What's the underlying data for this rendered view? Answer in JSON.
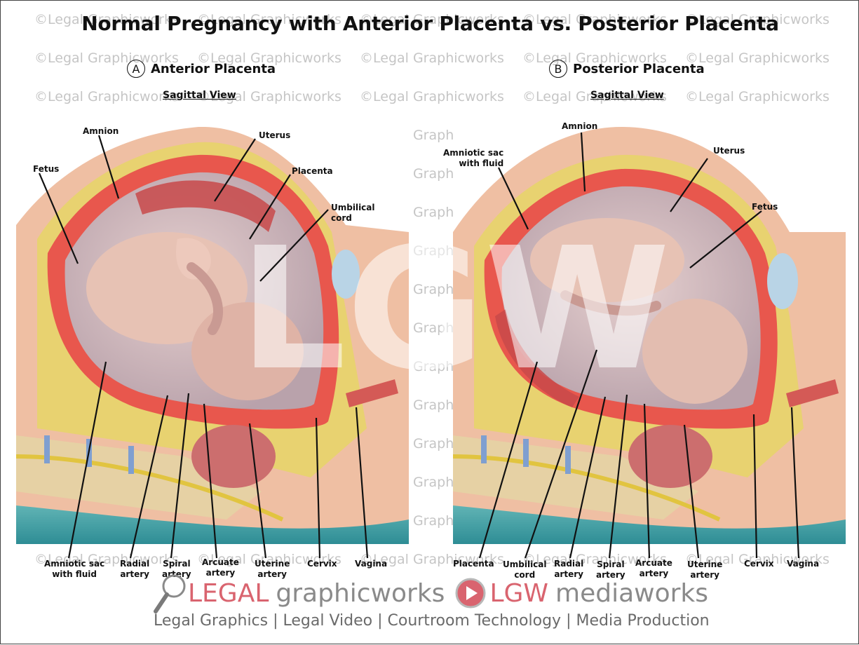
{
  "title": "Normal Pregnancy with Anterior Placenta vs. Posterior Placenta",
  "watermark_text": "©Legal Graphicworks",
  "big_watermark": "LGW",
  "panels": [
    {
      "letter": "A",
      "heading": "Anterior Placenta",
      "view": "Sagittal View",
      "top_labels": {
        "amnion": "Amnion",
        "uterus": "Uterus",
        "fetus": "Fetus",
        "placenta": "Placenta",
        "umbilical_cord_1": "Umbilical",
        "umbilical_cord_2": "cord"
      },
      "bottom_labels": [
        {
          "line1": "Amniotic sac",
          "line2": "with fluid"
        },
        {
          "line1": "Radial",
          "line2": "artery"
        },
        {
          "line1": "Spiral",
          "line2": "artery"
        },
        {
          "line1": "Arcuate",
          "line2": "artery"
        },
        {
          "line1": "Uterine",
          "line2": "artery"
        },
        {
          "line1": "Cervix",
          "line2": ""
        },
        {
          "line1": "Vagina",
          "line2": ""
        }
      ]
    },
    {
      "letter": "B",
      "heading": "Posterior Placenta",
      "view": "Sagittal View",
      "top_labels": {
        "amnion": "Amnion",
        "amniotic_sac_1": "Amniotic sac",
        "amniotic_sac_2": "with fluid",
        "uterus": "Uterus",
        "fetus": "Fetus"
      },
      "bottom_labels": [
        {
          "line1": "Placenta",
          "line2": ""
        },
        {
          "line1": "Umbilical",
          "line2": "cord"
        },
        {
          "line1": "Radial",
          "line2": "artery"
        },
        {
          "line1": "Spiral",
          "line2": "artery"
        },
        {
          "line1": "Arcuate",
          "line2": "artery"
        },
        {
          "line1": "Uterine",
          "line2": "artery"
        },
        {
          "line1": "Cervix",
          "line2": ""
        },
        {
          "line1": "Vagina",
          "line2": ""
        }
      ]
    }
  ],
  "footer": {
    "logo1_red": "LEGAL",
    "logo1_grey": "graphicworks",
    "logo2_red": "LGW",
    "logo2_grey": "mediaworks",
    "tagline": "Legal Graphics | Legal Video | Courtroom Technology | Media Production"
  },
  "colors": {
    "uterus_wall": "#e8584e",
    "skin": "#f2bfa0",
    "fat": "#e8d66a",
    "bone": "#e8d4a8",
    "table": "#4fb3b5",
    "amniotic_fluid": "#c9b5bd",
    "logo_red": "#d9646f",
    "logo_grey": "#8a8a8a"
  }
}
